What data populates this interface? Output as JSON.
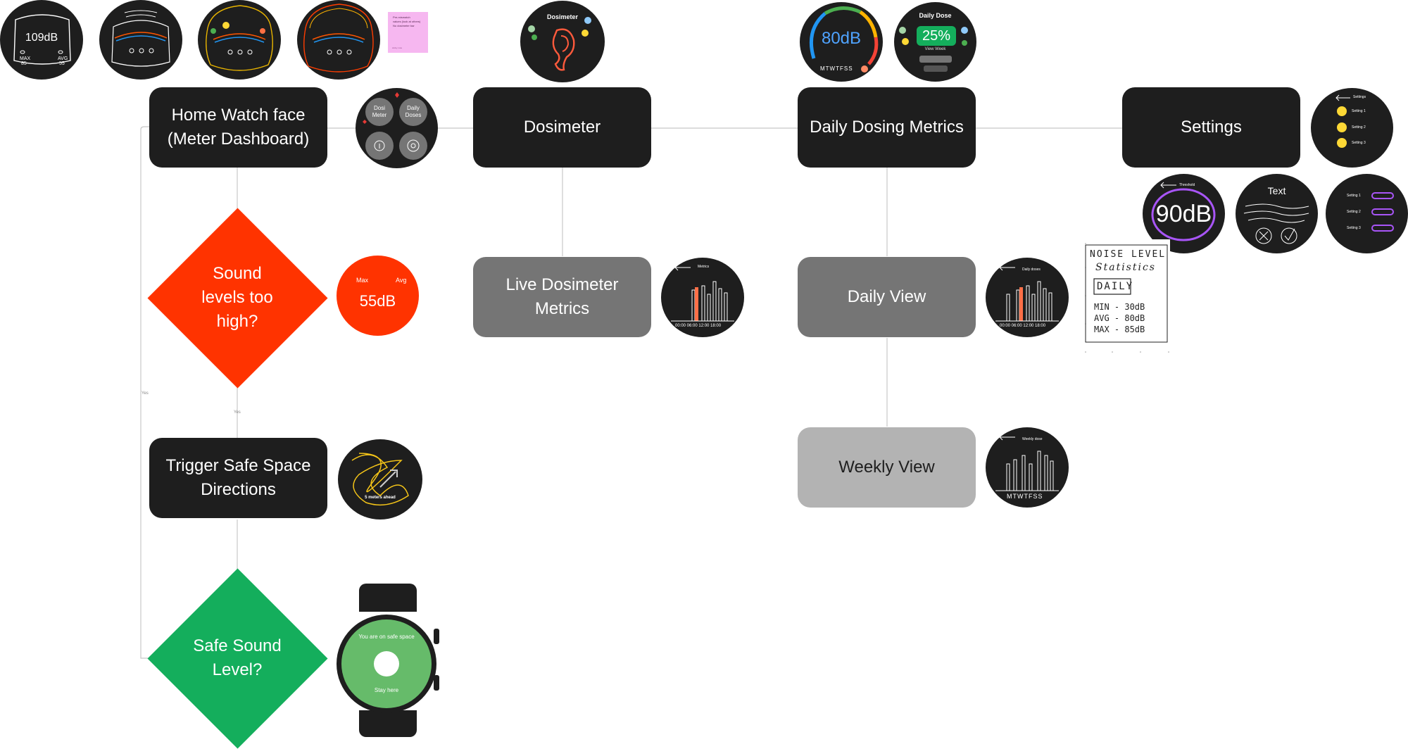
{
  "nodes": {
    "home": "Home Watch face (Meter Dashboard)",
    "dosimeter": "Dosimeter",
    "daily_metrics": "Daily Dosing Metrics",
    "settings": "Settings",
    "sound_high": "Sound levels too high?",
    "live_metrics": "Live Dosimeter Metrics",
    "daily_view": "Daily View",
    "safe_space": "Trigger Safe Space Directions",
    "weekly_view": "Weekly View",
    "safe_level": "Safe Sound Level?"
  },
  "edge_labels": {
    "left_loop": "Yes",
    "sound_to_safe": "Yes"
  },
  "watch_faces": {
    "home_face": {
      "value": "109dB",
      "max_label": "MAX",
      "max_value": "85",
      "avg_label": "AVG",
      "avg_value": "55"
    },
    "menu": {
      "item1": "Dosi Meter",
      "item2": "Daily Doses"
    },
    "dosimeter_face": {
      "title": "Dosimeter"
    },
    "ring_face": {
      "value": "80dB",
      "days": "MTWTFSS"
    },
    "daily_dose_face": {
      "title": "Daily Dose",
      "value": "25%",
      "link": "View Week"
    },
    "settings_list": {
      "title": "Settings",
      "items": [
        "Setting 1",
        "Setting 2",
        "Setting 3"
      ]
    },
    "threshold": {
      "title": "Threshold",
      "value": "90dB"
    },
    "text_sketch": {
      "title": "Text"
    },
    "toggles": {
      "items": [
        "Setting 1",
        "Setting 2",
        "Setting 3"
      ]
    },
    "alert_face": {
      "max_label": "Max",
      "avg_label": "Avg",
      "value": "55dB"
    },
    "live_chart": {
      "title": "Metrics",
      "axis": "00:00 06:00 12:00 18:00"
    },
    "daily_chart": {
      "title": "Daily doses",
      "axis": "00:00 06:00 12:00 18:00"
    },
    "weekly_chart": {
      "title": "Weekly dose",
      "axis": "MTWTFSS"
    },
    "directions": {
      "caption": "5 meters ahead"
    },
    "safe_watch": {
      "top": "You are on safe space",
      "bottom": "Stay here"
    }
  },
  "sticky_note": {
    "lines": [
      "Pre-mismatch",
      "values (look at others)",
      "No dosimeter bar"
    ],
    "footer": "sticky note"
  },
  "paper_sketch": {
    "title1": "NOISE LEVEL",
    "title2": "Statistics",
    "box": "DAILY",
    "rows": [
      "MIN - 30dB",
      "AVG - 80dB",
      "MAX - 85dB"
    ]
  },
  "colors": {
    "dark_node": "#1e1e1e",
    "mid_node": "#757575",
    "light_node": "#b3b3b3",
    "alert": "#ff3300",
    "safe": "#14ae5c",
    "safe_screen": "#66bb6a",
    "connector": "#c7c7c7"
  }
}
